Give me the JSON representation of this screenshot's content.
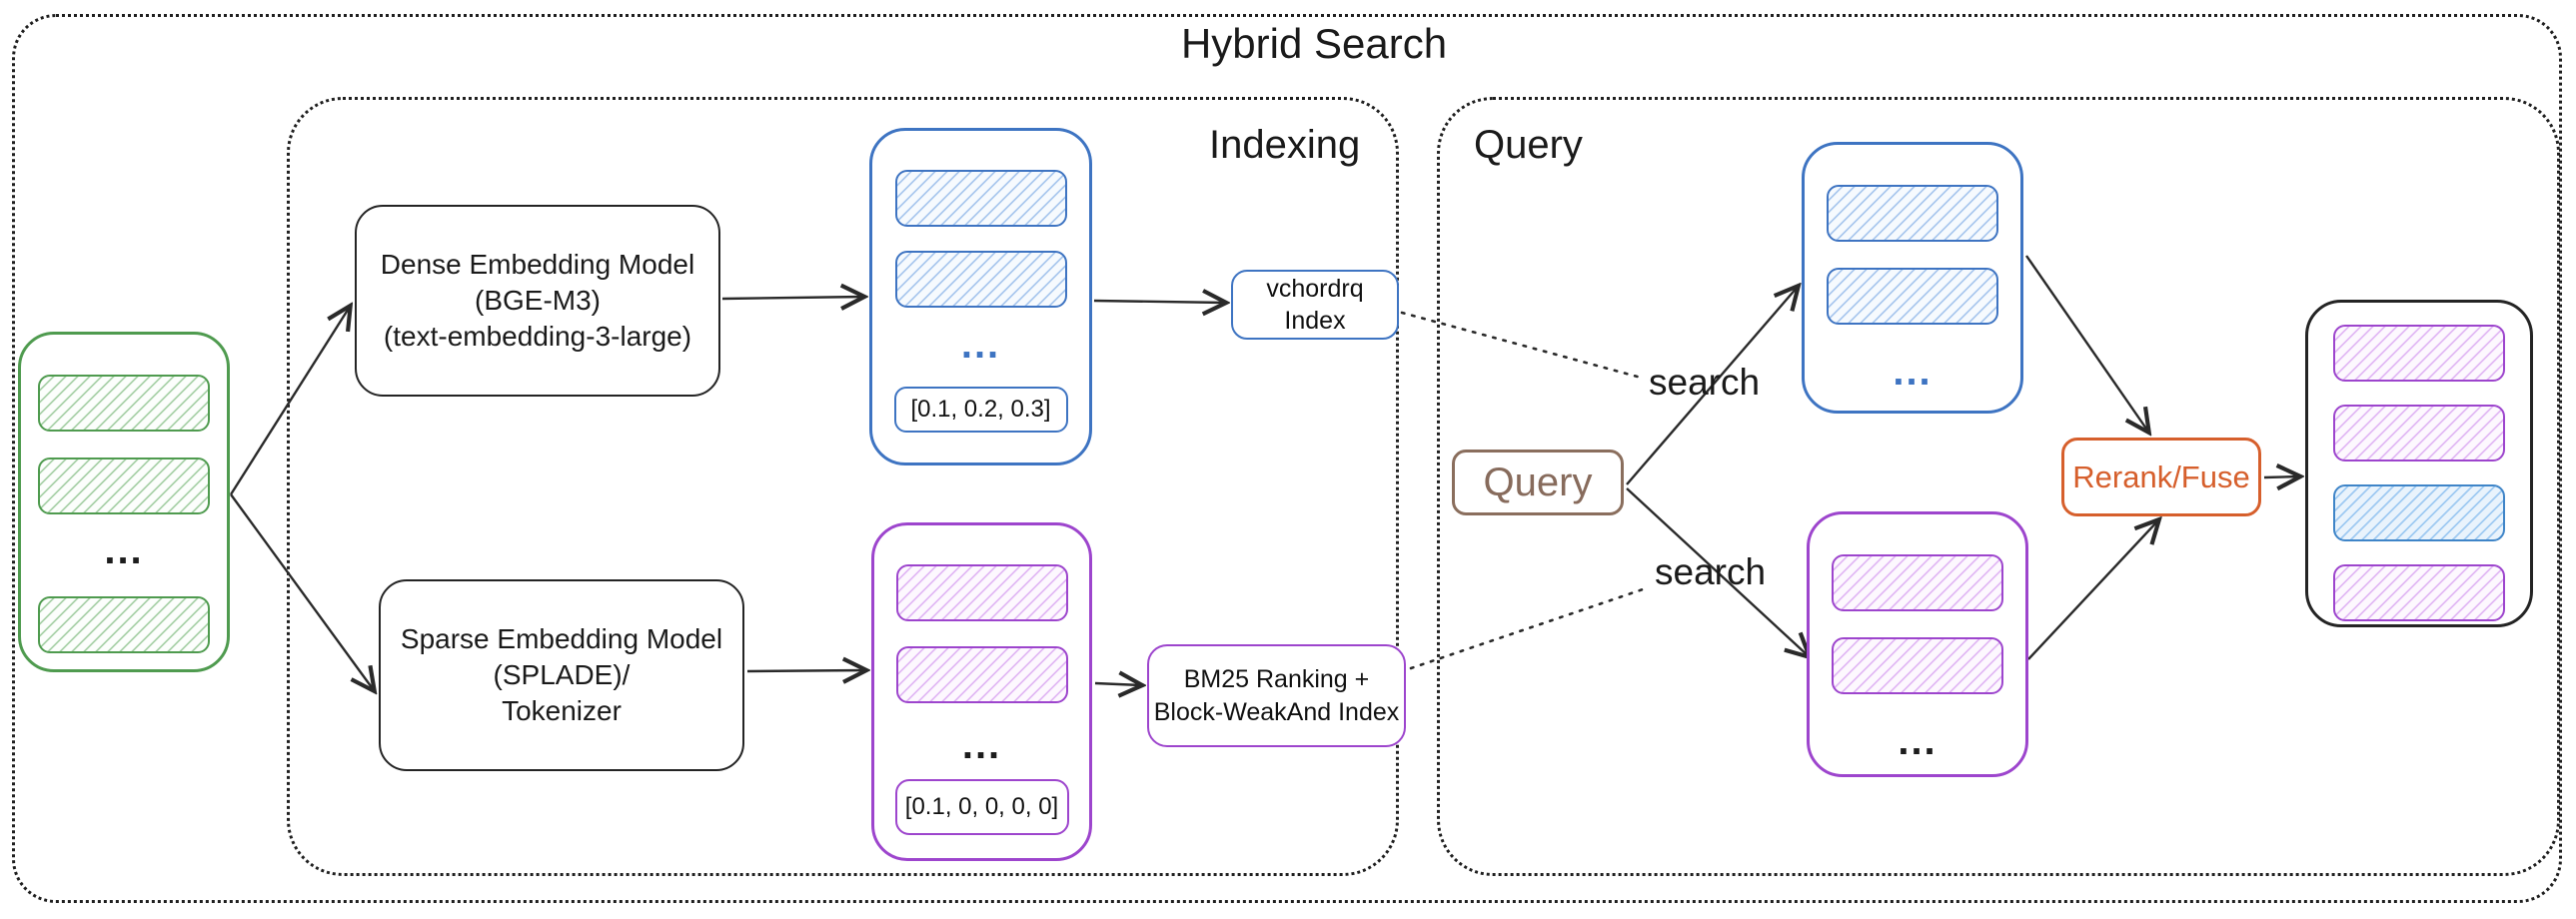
{
  "title": "Hybrid Search",
  "sections": {
    "indexing": "Indexing",
    "query": "Query"
  },
  "source_documents": {
    "ellipsis": "..."
  },
  "indexing": {
    "dense_model": {
      "line1": "Dense Embedding Model",
      "line2": "(BGE-M3)",
      "line3": "(text-embedding-3-large)"
    },
    "sparse_model": {
      "line1": "Sparse Embedding Model",
      "line2": "(SPLADE)/",
      "line3": "Tokenizer"
    },
    "dense_vectors": {
      "ellipsis": "...",
      "sample": "[0.1, 0.2, 0.3]"
    },
    "sparse_vectors": {
      "ellipsis": "...",
      "sample": "[0.1, 0, 0, 0, 0]"
    },
    "dense_index": {
      "line1": "vchordrq",
      "line2": "Index"
    },
    "sparse_index": {
      "line1": "BM25 Ranking +",
      "line2": "Block-WeakAnd Index"
    }
  },
  "query": {
    "query_node": "Query",
    "search_top": "search",
    "search_bottom": "search",
    "dense_results": {
      "ellipsis": "..."
    },
    "sparse_results": {
      "ellipsis": "..."
    },
    "rerank_node": "Rerank/Fuse"
  },
  "colors": {
    "green": "#4f9b4f",
    "blue": "#3e74c2",
    "purple": "#9d45cd",
    "light_blue": "#3f85c8",
    "brown": "#8a6e5d",
    "orange": "#d65f2c",
    "line": "#2a2a2a"
  }
}
